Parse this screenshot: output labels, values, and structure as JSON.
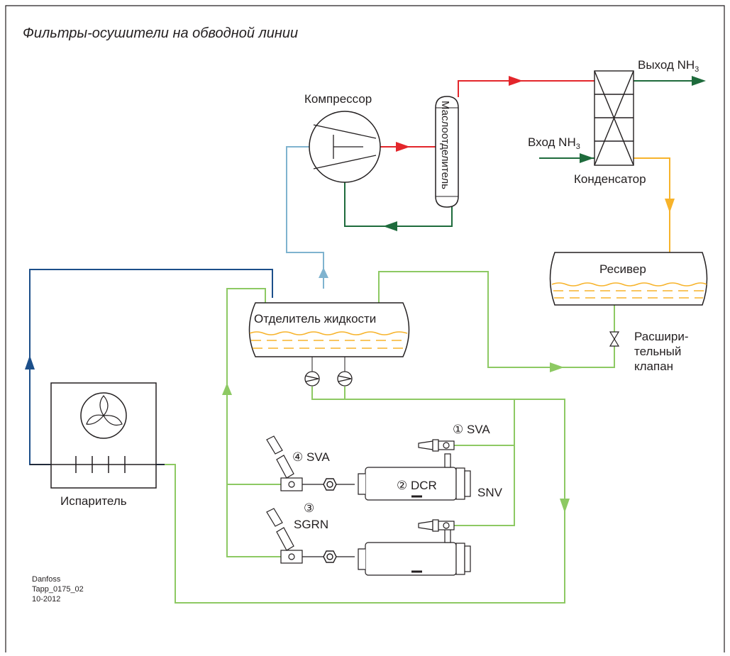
{
  "title": "Фильтры-осушители на обводной линии",
  "labels": {
    "compressor": "Компрессор",
    "oil_separator": "Маслоотделитель",
    "nh3_out": "Выход NH",
    "nh3_in": "Вход NH",
    "nh3_sub": "3",
    "condenser": "Конденсатор",
    "receiver": "Ресивер",
    "expansion_1": "Расшири-",
    "expansion_2": "тельный",
    "expansion_3": "клапан",
    "liquid_separator": "Отделитель жидкости",
    "evaporator": "Испаритель",
    "valve_top": "① SVA",
    "valve_left": "④ SVA",
    "filter": "② DCR",
    "snv": "SNV",
    "sight_num": "③",
    "sight": "SGRN"
  },
  "footer": {
    "company": "Danfoss",
    "code": "Tapp_0175_02",
    "date": "10-2012"
  },
  "colors": {
    "hot_gas": "#e3262b",
    "oil_return": "#1e6b3c",
    "suction": "#7fb3cf",
    "liquid": "#f7b32b",
    "wet_return": "#8dc963",
    "evaporator_line": "#1c4f8a",
    "frame": "#231f20"
  }
}
